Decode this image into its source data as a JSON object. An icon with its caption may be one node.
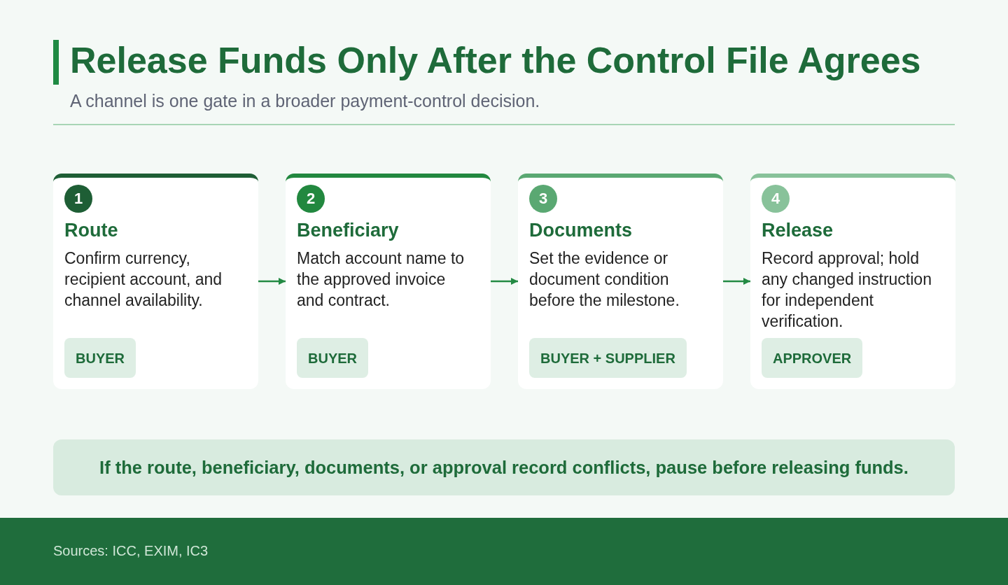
{
  "diagram": {
    "title": "Release Funds Only After the Control File Agrees",
    "nodes": [
      {
        "text": [
          "Route",
          "Confirm currency, recipient account, and channel availability."
        ]
      },
      {
        "text": [
          "1"
        ],
        "in": 0
      },
      {
        "text": [
          "BUYER"
        ],
        "in": 0
      },
      {
        "text": [
          "Beneficiary",
          "Match account name to the approved invoice and contract."
        ]
      },
      {
        "text": [
          "2"
        ],
        "in": 3
      },
      {
        "text": [
          "BUYER"
        ],
        "in": 3
      },
      {
        "text": [
          "Documents",
          "Set the evidence or document condition before the milestone."
        ]
      },
      {
        "text": [
          "3"
        ],
        "in": 6
      },
      {
        "text": [
          "BUYER + SUPPLIER"
        ],
        "in": 6
      },
      {
        "text": [
          "Release",
          "Record approval; hold any changed instruction for independent verification."
        ]
      },
      {
        "text": [
          "4"
        ],
        "in": 9
      },
      {
        "text": [
          "APPROVER"
        ],
        "in": 9
      },
      {
        "text": [
          "If the route, beneficiary, documents, or approval record conflicts, pause before releasing funds."
        ]
      }
    ],
    "edges": [
      {
        "from": 0,
        "to": 3,
        "arrow": "to"
      },
      {
        "from": 3,
        "to": 6,
        "arrow": "to"
      },
      {
        "from": 6,
        "to": 9,
        "arrow": "to"
      }
    ],
    "labels": [
      "A channel is one gate in a broader payment-control decision.",
      "Sources: ICC, EXIM, IC3"
    ]
  }
}
